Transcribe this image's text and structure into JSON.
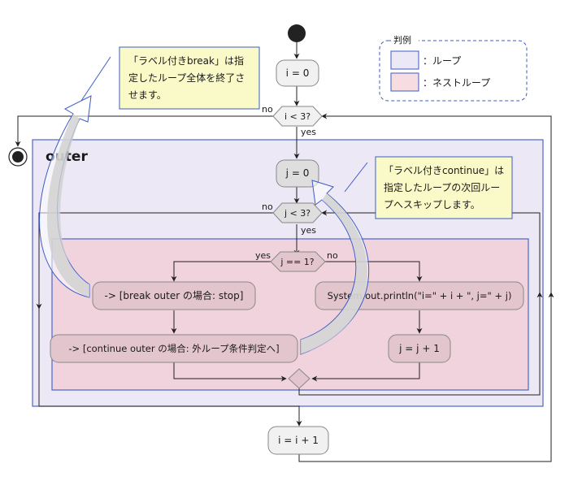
{
  "legend": {
    "title": "判例",
    "loop_label": "：ループ",
    "nested_loop_label": "：ネストループ",
    "loop_color": "#ece8f6",
    "nested_loop_color": "#f7dde2"
  },
  "outer_loop": {
    "title": "outer",
    "color": "#ece8f6",
    "border": "#4a66c9"
  },
  "inner_loop": {
    "color": "#f0d3dc",
    "border": "#4a66c9"
  },
  "nodes": {
    "init_i": "i = 0",
    "cond_i": "i < 3?",
    "init_j": "j = 0",
    "cond_j": "j < 3?",
    "cond_j1": "j == 1?",
    "break_action": "-> [break outer の場合: stop]",
    "continue_action": "-> [continue outer の場合: 外ループ条件判定へ]",
    "print_action": "System.out.println(\"i=\" + i + \", j=\" + j)",
    "inc_j": "j = j + 1",
    "inc_i": "i = i + 1"
  },
  "edge_labels": {
    "cond_i_no": "no",
    "cond_i_yes": "yes",
    "cond_j_no": "no",
    "cond_j_yes": "yes",
    "cond_j1_yes": "yes",
    "cond_j1_no": "no"
  },
  "notes": {
    "break_note": [
      "「ラベル付きbreak」は指",
      "定したループ全体を終了さ",
      "せます。"
    ],
    "continue_note": [
      "「ラベル付きcontinue」は",
      "指定したループの次回ルー",
      "プへスキップします。"
    ]
  }
}
